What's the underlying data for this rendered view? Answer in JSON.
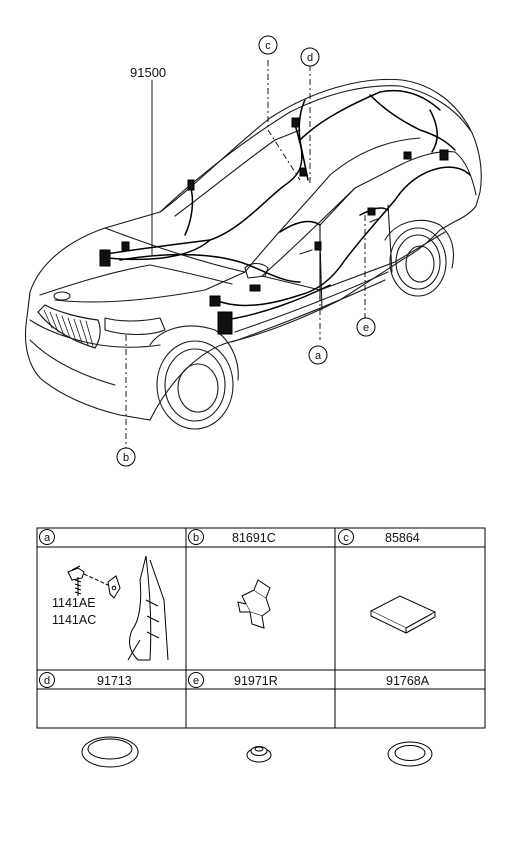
{
  "diagram": {
    "main_part": "91500",
    "callouts": {
      "a": "a",
      "b": "b",
      "c": "c",
      "d": "d",
      "e": "e"
    }
  },
  "parts_table": {
    "cells": [
      {
        "letter": "a",
        "part_no": "",
        "sub_parts": [
          "1141AE",
          "1141AC"
        ]
      },
      {
        "letter": "b",
        "part_no": "81691C"
      },
      {
        "letter": "c",
        "part_no": "85864"
      },
      {
        "letter": "d",
        "part_no": "91713"
      },
      {
        "letter": "e",
        "part_no": "91971R"
      },
      {
        "letter": "",
        "part_no": "91768A"
      }
    ]
  }
}
